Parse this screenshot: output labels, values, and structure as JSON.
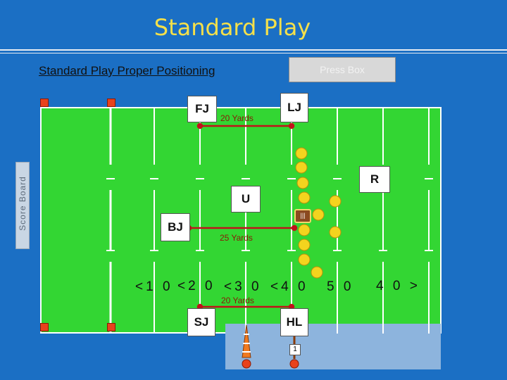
{
  "title": "Standard Play",
  "subtitle": "Standard Play Proper Positioning",
  "press_box": "Press Box",
  "score_board": "Score Board",
  "officials": {
    "fj": "FJ",
    "lj": "LJ",
    "r": "R",
    "u": "U",
    "bj": "BJ",
    "sj": "SJ",
    "hl": "HL"
  },
  "distances": {
    "top": "20 Yards",
    "middle": "25 Yards",
    "bottom": "20 Yards"
  },
  "yard_numbers": [
    "<1 0",
    "<2 0",
    "<3 0",
    "<4 0",
    "5 0",
    "4 0 >"
  ],
  "chain_label": "1",
  "ball_label": "|||",
  "colors": {
    "background": "#1b6fc4",
    "field": "#33d633",
    "title": "#f5e04a",
    "player": "#f3d41e",
    "pylon": "#e8421c",
    "distance_line": "#c0121a"
  }
}
